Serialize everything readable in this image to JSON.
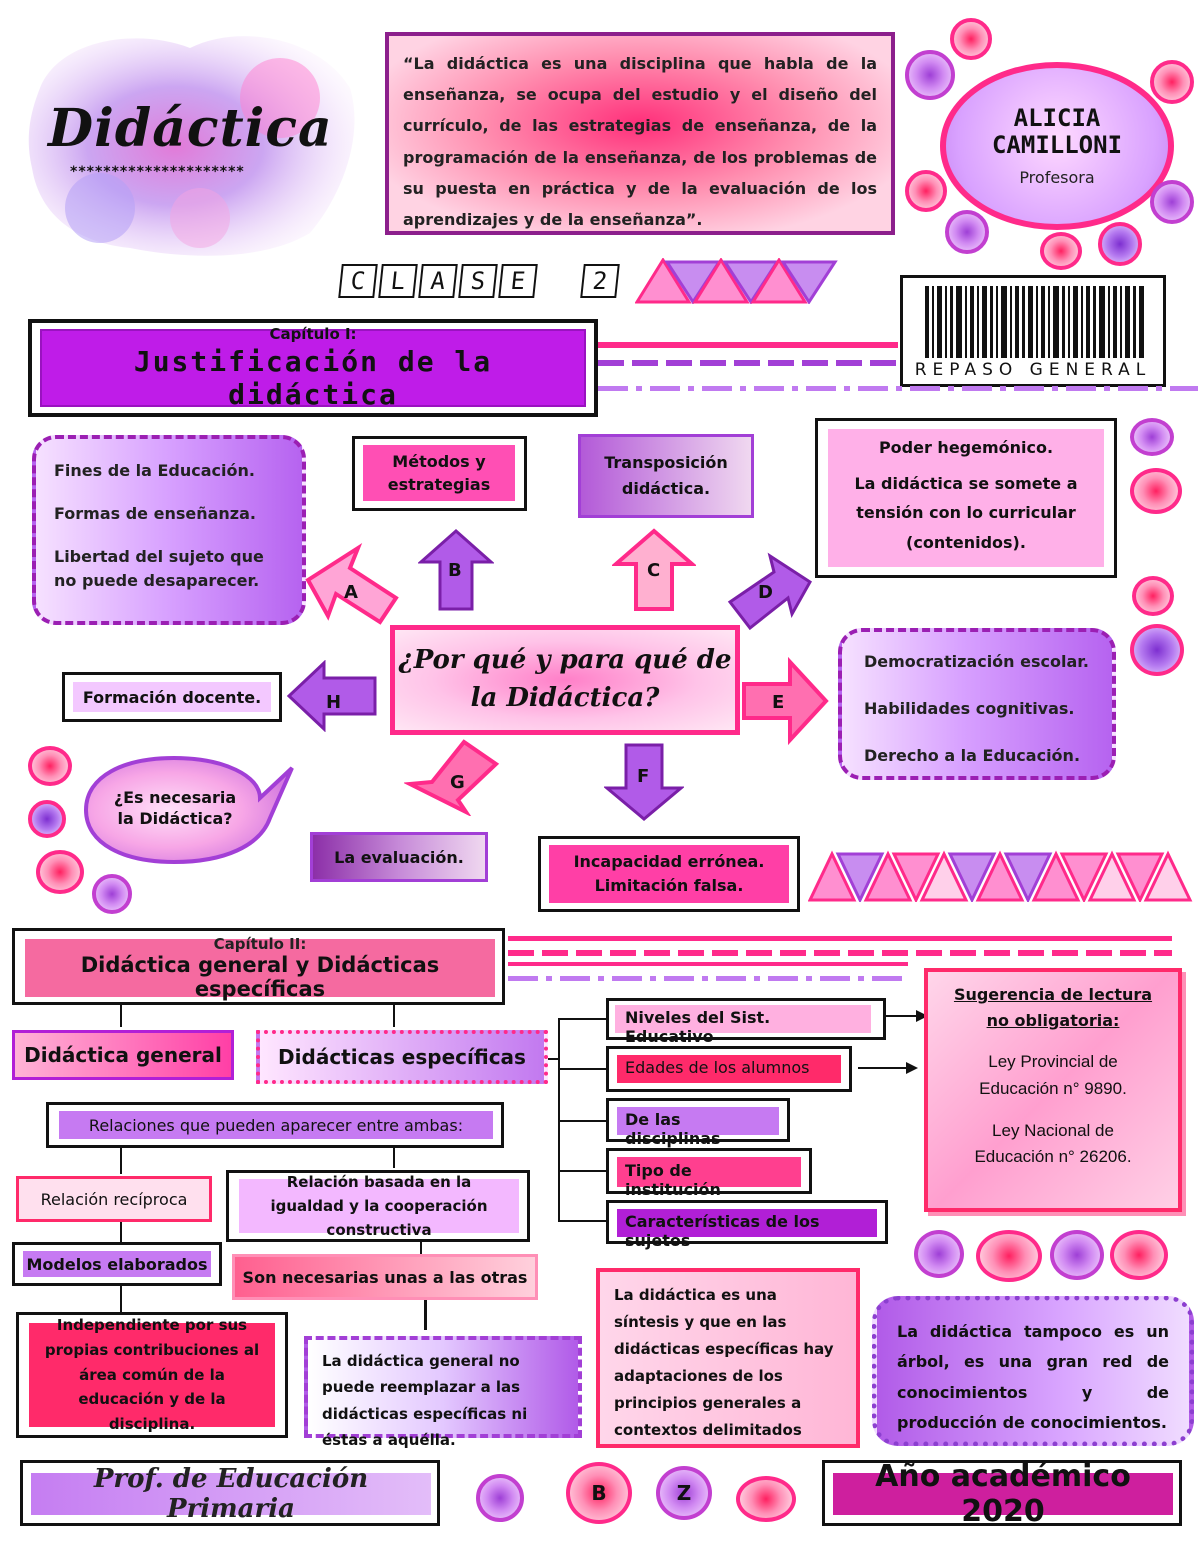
{
  "header": {
    "title": "Didáctica",
    "title_stars": "*********************",
    "quote": "“La didáctica es una disciplina que habla de la enseñanza, se ocupa del estudio y el diseño del currículo, de las estrategias de enseñanza, de la programación de la enseñanza, de los problemas de su puesta en práctica y de la evaluación de los aprendizajes y de la enseñanza”.",
    "professor_name": "ALICIA CAMILLONI",
    "professor_role": "Profesora",
    "class_letters": [
      "C",
      "L",
      "A",
      "S",
      "E",
      "2"
    ],
    "barcode_label": "REPASO GENERAL"
  },
  "chapter1": {
    "label": "Capítulo I:",
    "title": "Justificación de la didáctica",
    "center_question": "¿Por qué y para qué de la Didáctica?",
    "branches": {
      "A": {
        "letter": "A",
        "items": [
          "Fines de la Educación.",
          "Formas de enseñanza.",
          "Libertad del sujeto que no puede desaparecer."
        ]
      },
      "B": {
        "letter": "B",
        "text": "Métodos y estrategias"
      },
      "C": {
        "letter": "C",
        "text": "Transposición didáctica."
      },
      "D": {
        "letter": "D",
        "title": "Poder hegemónico.",
        "text": "La didáctica se somete a tensión con lo curricular (contenidos)."
      },
      "E": {
        "letter": "E",
        "items": [
          "Democratización escolar.",
          "Habilidades cognitivas.",
          "Derecho a la Educación."
        ]
      },
      "F": {
        "letter": "F",
        "text": "Incapacidad errónea. Limitación falsa."
      },
      "G": {
        "letter": "G",
        "text": "La evaluación."
      },
      "H": {
        "letter": "H",
        "text": "Formación docente."
      }
    },
    "bubble": "¿Es necesaria la Didáctica?"
  },
  "chapter2": {
    "label": "Capítulo II:",
    "title": "Didáctica general y Didácticas específicas",
    "general": "Didáctica general",
    "specific": "Didácticas específicas",
    "relations": "Relaciones que pueden aparecer entre ambas:",
    "reciprocal": "Relación recíproca",
    "models": "Modelos elaborados",
    "independent": "Independiente por sus propias contribuciones al área común de la educación y de la disciplina.",
    "equality": "Relación basada en la igualdad y la cooperación constructiva",
    "necessary": "Son necesarias unas a las otras",
    "cannot_replace": "La didáctica general no puede reemplazar a las didácticas específicas ni éstas a aquélla.",
    "criteria": [
      "Niveles del Sist. Educativo",
      "Edades de los alumnos",
      "De las disciplinas",
      "Tipo de institución",
      "Características de los sujetos"
    ],
    "synthesis": "La didáctica es una síntesis y que en las didácticas específicas hay adaptaciones de los principios generales a contextos delimitados",
    "tree": "La didáctica tampoco es un árbol, es una gran red de conocimientos y de producción de conocimientos.",
    "reading": {
      "title": "Sugerencia de lectura no obligatoria:",
      "law1": "Ley Provincial de Educación n° 9890.",
      "law2": "Ley Nacional de Educación n° 26206."
    }
  },
  "footer": {
    "left": "Prof. de Educación Primaria",
    "badge1": "B",
    "badge2": "Z",
    "right": "Año académico 2020"
  },
  "colors": {
    "pink": "#ff2a8a",
    "magenta": "#d21eb4",
    "violet": "#b14df0",
    "black": "#111111"
  }
}
